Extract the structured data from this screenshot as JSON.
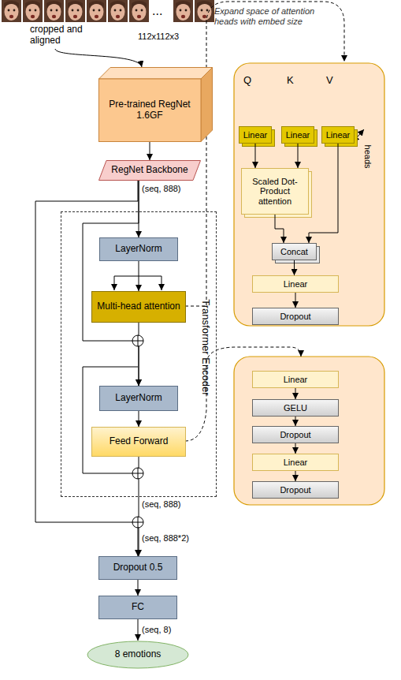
{
  "diagram": {
    "nodes": [
      {
        "text": [
          "Pre-trained RegNet 1.6GF"
        ]
      },
      {
        "text": [
          "RegNet Backbone"
        ]
      },
      {
        "text": [
          "Transformer Encoder"
        ]
      },
      {
        "text": [
          "LayerNorm"
        ],
        "in": 2
      },
      {
        "text": [
          "Multi-head attention"
        ],
        "in": 2
      },
      {
        "text": [
          "LayerNorm"
        ],
        "in": 2
      },
      {
        "text": [
          "Feed Forward"
        ],
        "in": 2
      },
      {
        "text": [
          "Dropout 0.5"
        ]
      },
      {
        "text": [
          "FC"
        ]
      },
      {
        "text": [
          "8 emotions"
        ]
      },
      {
        "text": [
          "Linear"
        ]
      },
      {
        "text": [
          "Linear"
        ]
      },
      {
        "text": [
          "Linear"
        ]
      },
      {
        "text": [
          "Scaled Dot-Product attention"
        ]
      },
      {
        "text": [
          "Concat"
        ]
      },
      {
        "text": [
          "Linear"
        ]
      },
      {
        "text": [
          "Dropout"
        ]
      },
      {
        "text": [
          "Linear"
        ]
      },
      {
        "text": [
          "GELU"
        ]
      },
      {
        "text": [
          "Dropout"
        ]
      },
      {
        "text": [
          "Linear"
        ]
      },
      {
        "text": [
          "Dropout"
        ]
      }
    ],
    "edges": [
      {
        "from": 0,
        "to": 1,
        "arrow": "to"
      },
      {
        "from": 1,
        "to": 3,
        "arrow": "to"
      },
      {
        "from": 1,
        "to": 5,
        "arrow": "to"
      },
      {
        "from": 1,
        "to": 7,
        "arrow": "to"
      },
      {
        "from": 3,
        "to": 4,
        "arrow": "to"
      },
      {
        "from": 4,
        "to": 5,
        "arrow": "to"
      },
      {
        "from": 5,
        "to": 6,
        "arrow": "to"
      },
      {
        "from": 6,
        "to": 7,
        "arrow": "to"
      },
      {
        "from": 7,
        "to": 8,
        "arrow": "to"
      },
      {
        "from": 8,
        "to": 9,
        "arrow": "to"
      },
      {
        "from": 10,
        "to": 13,
        "arrow": "to"
      },
      {
        "from": 11,
        "to": 13,
        "arrow": "to"
      },
      {
        "from": 12,
        "to": 14,
        "arrow": "to"
      },
      {
        "from": 13,
        "to": 14,
        "arrow": "to"
      },
      {
        "from": 14,
        "to": 15,
        "arrow": "to"
      },
      {
        "from": 15,
        "to": 16,
        "arrow": "to"
      },
      {
        "from": 17,
        "to": 18,
        "arrow": "to"
      },
      {
        "from": 18,
        "to": 19,
        "arrow": "to"
      },
      {
        "from": 19,
        "to": 20,
        "arrow": "to"
      },
      {
        "from": 20,
        "to": 21,
        "arrow": "to"
      }
    ],
    "labels": [
      "...",
      "cropped and aligned",
      "112x112x3",
      "Expand space of attention heads with embed size",
      "Q",
      "K",
      "V",
      "heads",
      "(seq, 888)",
      "(seq, 888)",
      "(seq, 888*2)",
      "(seq, 8)"
    ]
  }
}
